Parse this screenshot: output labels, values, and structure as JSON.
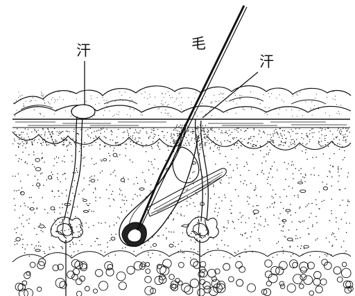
{
  "labels": {
    "sweat_left": "汗",
    "hair": "毛",
    "sweat_right": "汗"
  }
}
